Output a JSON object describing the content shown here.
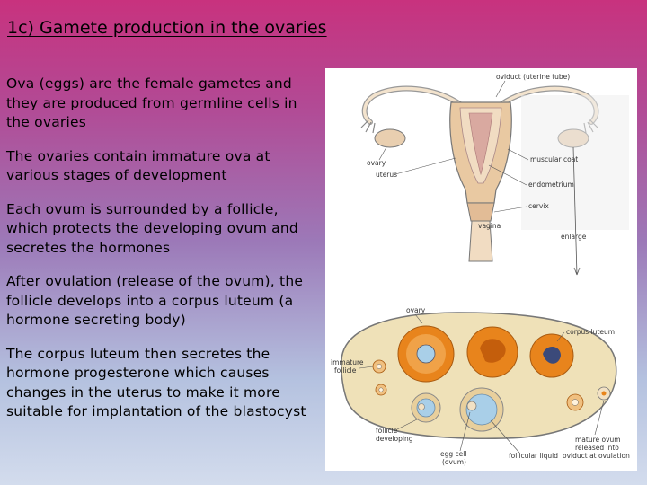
{
  "title": "1c) Gamete production in the ovaries",
  "paragraphs": [
    "Ova (eggs) are the female gametes and they are produced from germline cells in the ovaries",
    "The ovaries contain immature ova at various stages of development",
    "Each ovum is surrounded by a follicle, which protects the developing ovum and secretes the hormones",
    "After ovulation (release of the ovum), the follicle develops into a corpus luteum (a hormone secreting body)",
    "The corpus luteum then secretes the hormone progesterone which causes changes in the uterus to make it more suitable for implantation of the blastocyst"
  ],
  "diagram": {
    "labels": {
      "oviduct": "oviduct (uterine tube)",
      "ovary_top": "ovary",
      "uterus": "uterus",
      "muscular_coat": "muscular coat",
      "endometrium": "endometrium",
      "cervix": "cervix",
      "vagina": "vagina",
      "enlarge": "enlarge",
      "ovary_bottom": "ovary",
      "corpus_luteum": "corpus luteum",
      "immature_follicle_1": "immature",
      "immature_follicle_2": "follicle",
      "follicle_developing_1": "follicle",
      "follicle_developing_2": "developing",
      "egg_cell_1": "egg cell",
      "egg_cell_2": "(ovum)",
      "follicular_liquid": "follicular liquid",
      "mature_ovum_1": "mature ovum",
      "mature_ovum_2": "released into",
      "mature_ovum_3": "oviduct at ovulation"
    },
    "colors": {
      "ovary_fill": "#efe1b8",
      "corpus_luteum": "#e8841c",
      "follicle_liquid": "#a9cfe8",
      "tissue": "#e9c9a2"
    }
  }
}
